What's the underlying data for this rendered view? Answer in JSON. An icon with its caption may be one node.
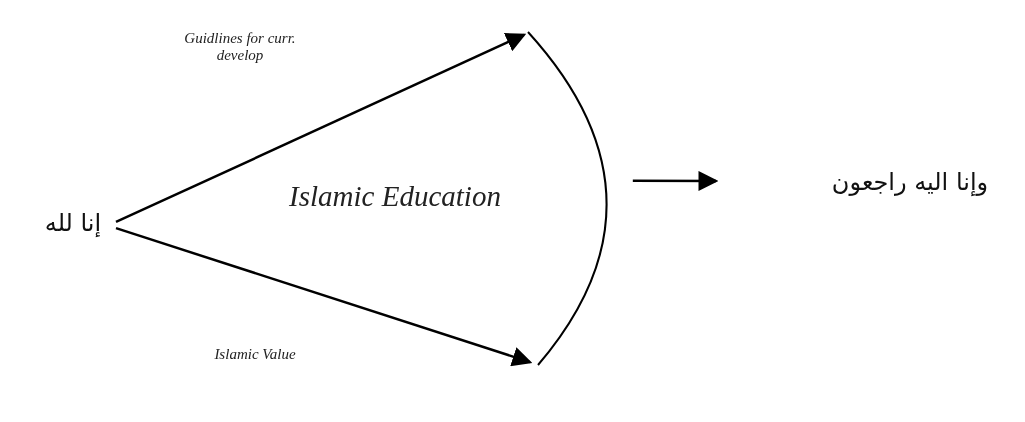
{
  "diagram": {
    "nodes": [
      {
        "text": [
          "إنا لله"
        ]
      },
      {
        "text": [],
        "shape": "arc"
      },
      {
        "text": [
          "وإنا اليه راجعون"
        ]
      }
    ],
    "edges": [
      {
        "from": 0,
        "to": 1,
        "arrow": "to",
        "label": "Guidlines for curr. develop"
      },
      {
        "from": 0,
        "to": 1,
        "arrow": "to",
        "label": "Islamic Value"
      },
      {
        "from": 1,
        "to": null,
        "arrow": "to"
      }
    ],
    "labels": [
      "Islamic Education"
    ]
  }
}
